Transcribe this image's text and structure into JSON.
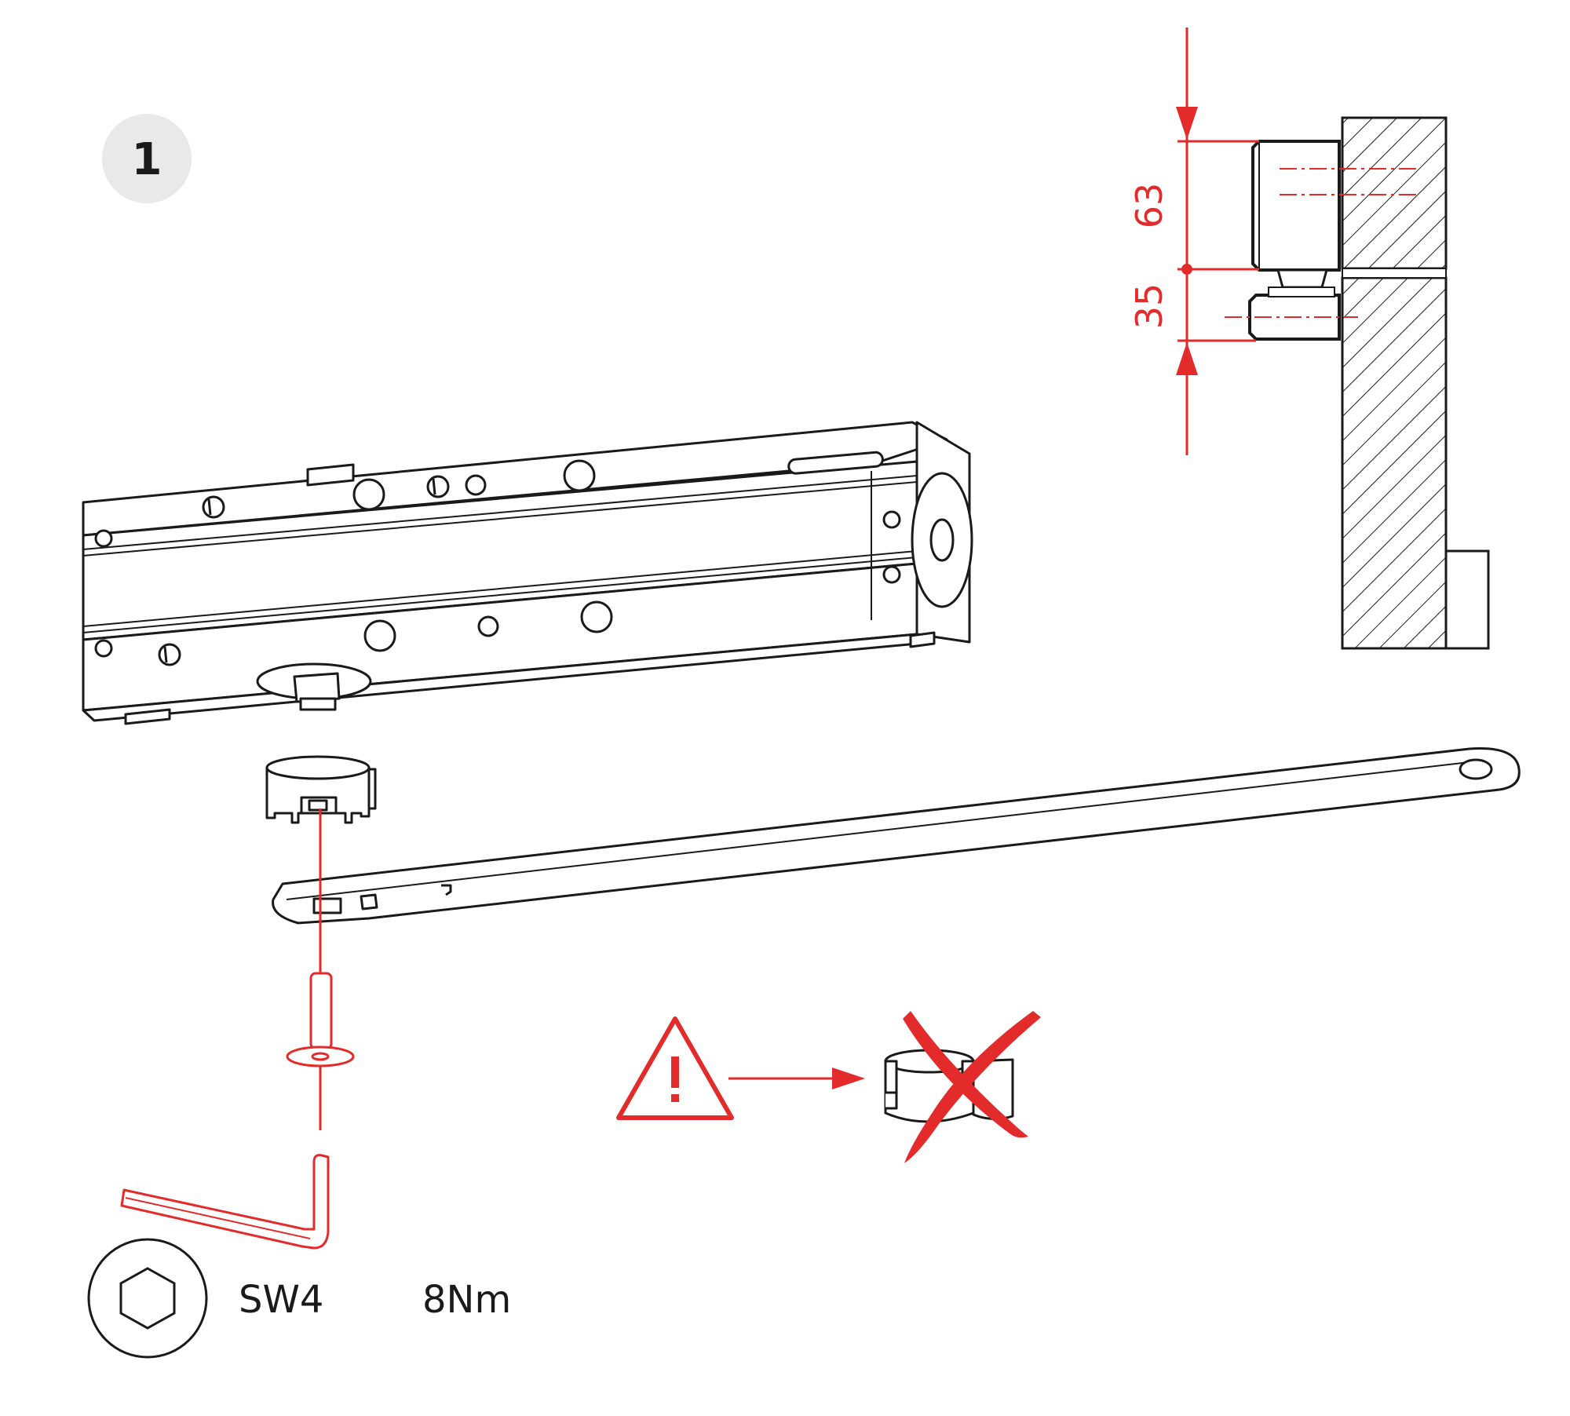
{
  "step": {
    "number": "1",
    "badge_color": "#e8e9eb"
  },
  "dimensions": {
    "upper": "63",
    "lower": "35"
  },
  "tool": {
    "hex_size": "SW4",
    "torque": "8Nm"
  },
  "colors": {
    "accent": "#e32b2b",
    "line": "#1a1a1a"
  },
  "warning": {
    "icon": "warning-triangle-icon",
    "crossed_part": "adapter-nut-crossed"
  }
}
